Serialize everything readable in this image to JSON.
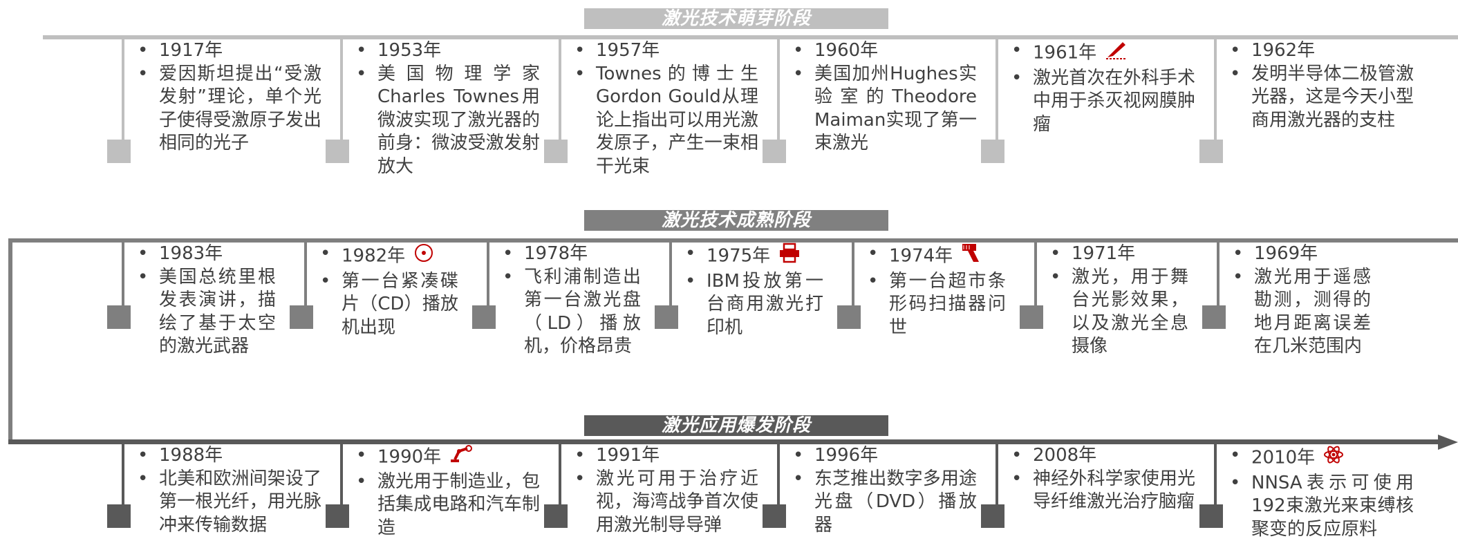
{
  "stages": {
    "stage1": {
      "title": "激光技术萌芽阶段"
    },
    "stage2": {
      "title": "激光技术成熟阶段"
    },
    "stage3": {
      "title": "激光应用爆发阶段"
    }
  },
  "colors": {
    "stage1": "#bfbfbf",
    "stage2": "#7f7f7f",
    "stage3": "#595959",
    "icon_red": "#c00000"
  },
  "row1": [
    {
      "year": "1917年",
      "desc": "爱因斯坦提出“受激发射”理论，单个光子使得受激原子发出相同的光子"
    },
    {
      "year": "1953年",
      "desc": "美国物理学家Charles Townes用微波实现了激光器的前身：微波受激发射放大"
    },
    {
      "year": "1957年",
      "desc": "Townes的博士生Gordon Gould从理论上指出可以用光激发原子，产生一束相干光束"
    },
    {
      "year": "1960年",
      "desc": "美国加州Hughes实验室的Theodore Maiman实现了第一束激光"
    },
    {
      "year": "1961年",
      "icon": "scalpel-icon",
      "desc": "激光首次在外科手术中用于杀灭视网膜肿瘤"
    },
    {
      "year": "1962年",
      "desc": "发明半导体二极管激光器，这是今天小型商用激光器的支柱"
    }
  ],
  "row2": [
    {
      "year": "1983年",
      "desc": "美国总统里根发表演讲，描绘了基于太空的激光武器"
    },
    {
      "year": "1982年",
      "icon": "cd-icon",
      "desc": "第一台紧凑碟片（CD）播放机出现"
    },
    {
      "year": "1978年",
      "desc": "飞利浦制造出第一台激光盘（LD）播放机，价格昂贵"
    },
    {
      "year": "1975年",
      "icon": "printer-icon",
      "desc": "IBM投放第一台商用激光打印机"
    },
    {
      "year": "1974年",
      "icon": "barcode-scanner-icon",
      "desc": "第一台超市条形码扫描器问世"
    },
    {
      "year": "1971年",
      "desc": "激光，用于舞台光影效果，以及激光全息摄像"
    },
    {
      "year": "1969年",
      "desc": "激光用于遥感勘测，测得的地月距离误差在几米范围内"
    }
  ],
  "row3": [
    {
      "year": "1988年",
      "desc": "北美和欧洲间架设了第一根光纤，用光脉冲来传输数据"
    },
    {
      "year": "1990年",
      "icon": "robot-arm-icon",
      "desc": "激光用于制造业，包括集成电路和汽车制造"
    },
    {
      "year": "1991年",
      "desc": "激光可用于治疗近视，海湾战争首次使用激光制导导弹"
    },
    {
      "year": "1996年",
      "desc": "东芝推出数字多用途光盘（DVD）播放器"
    },
    {
      "year": "2008年",
      "desc": "神经外科学家使用光导纤维激光治疗脑瘤"
    },
    {
      "year": "2010年",
      "icon": "atom-icon",
      "desc": "NNSA表示可使用192束激光来束缚核聚变的反应原料"
    }
  ]
}
